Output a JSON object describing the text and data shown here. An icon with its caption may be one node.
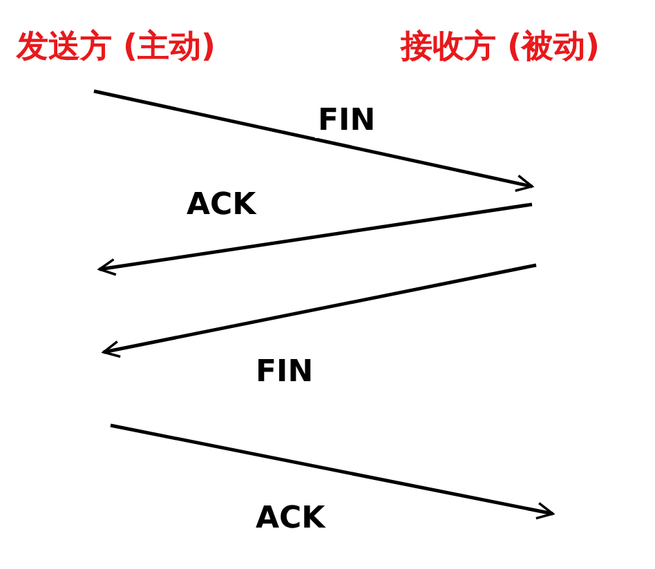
{
  "diagram": {
    "nodes": [
      {
        "text": [
          "发送方 (主动)"
        ]
      },
      {
        "text": [
          "接收方 (被动)"
        ]
      }
    ],
    "labels": [
      "FIN",
      "ACK",
      "FIN",
      "ACK"
    ]
  }
}
